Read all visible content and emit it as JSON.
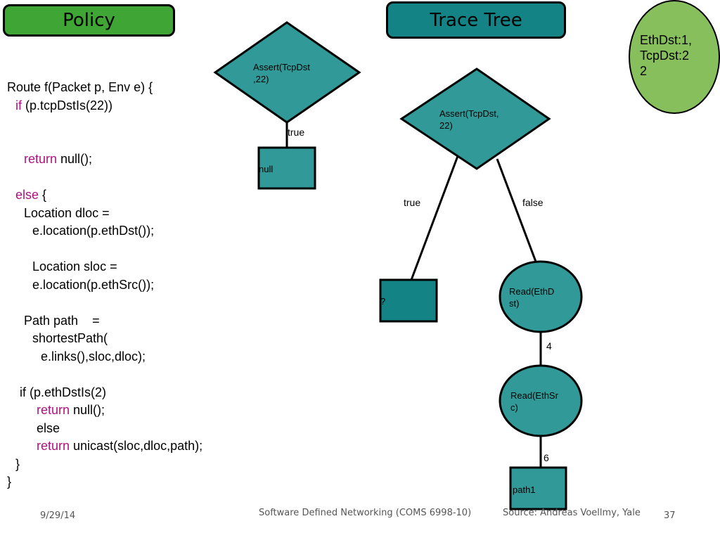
{
  "titles": {
    "policy": "Policy",
    "trace_tree": "Trace Tree"
  },
  "code_lines": [
    {
      "indent": 0,
      "kw": "",
      "text": "Route f(Packet p, Env e) {"
    },
    {
      "indent": 1,
      "kw": "if",
      "text": " (p.tcpDstIs(22))"
    },
    {
      "indent": 0,
      "kw": "",
      "text": ""
    },
    {
      "indent": 0,
      "kw": "",
      "text": ""
    },
    {
      "indent": 2,
      "kw": "return",
      "text": " null();"
    },
    {
      "indent": 0,
      "kw": "",
      "text": ""
    },
    {
      "indent": 1,
      "kw": "else",
      "text": " {"
    },
    {
      "indent": 2,
      "kw": "",
      "text": "Location dloc ="
    },
    {
      "indent": 3,
      "kw": "",
      "text": "e.location(p.ethDst());"
    },
    {
      "indent": 0,
      "kw": "",
      "text": ""
    },
    {
      "indent": 3,
      "kw": "",
      "text": "Location sloc ="
    },
    {
      "indent": 3,
      "kw": "",
      "text": "e.location(p.ethSrc());"
    },
    {
      "indent": 0,
      "kw": "",
      "text": ""
    },
    {
      "indent": 2,
      "kw": "",
      "text": "Path path    ="
    },
    {
      "indent": 3,
      "kw": "",
      "text": "shortestPath("
    },
    {
      "indent": 4,
      "kw": "",
      "text": "e.links(),sloc,dloc);"
    },
    {
      "indent": 0,
      "kw": "",
      "text": ""
    },
    {
      "indent": 1.5,
      "kw": "",
      "text": "if (p.ethDstIs(2)"
    },
    {
      "indent": 3.5,
      "kw": "return",
      "text": " null();"
    },
    {
      "indent": 3.5,
      "kw": "",
      "text": "else"
    },
    {
      "indent": 3.5,
      "kw": "return",
      "text": " unicast(sloc,dloc,path);"
    },
    {
      "indent": 1,
      "kw": "",
      "text": "}"
    },
    {
      "indent": 0,
      "kw": "",
      "text": "}"
    }
  ],
  "tree": {
    "assert1": "Assert(TcpDst\n,22)",
    "assert1_true": "true",
    "null_leaf": "null",
    "assert2": "Assert(TcpDst,\n22)",
    "assert2_true": "true",
    "assert2_false": "false",
    "unknown_leaf": "?",
    "read_ethdst": "Read(EthD\nst)",
    "edge_4": "4",
    "read_ethsrc": "Read(EthSr\nc)",
    "edge_6": "6",
    "path_leaf": "path1"
  },
  "state_bubble": "EthDst:1,\nTcpDst:2\n2",
  "footer": {
    "date": "9/29/14",
    "course": "Software Defined Networking (COMS 6998-10)",
    "source": "Source: Andreas Voellmy, Yale",
    "page": "37"
  },
  "colors": {
    "teal": "#319997",
    "teal_dark": "#138385",
    "green": "#3fa535",
    "bubble_green": "#86bf5c"
  }
}
